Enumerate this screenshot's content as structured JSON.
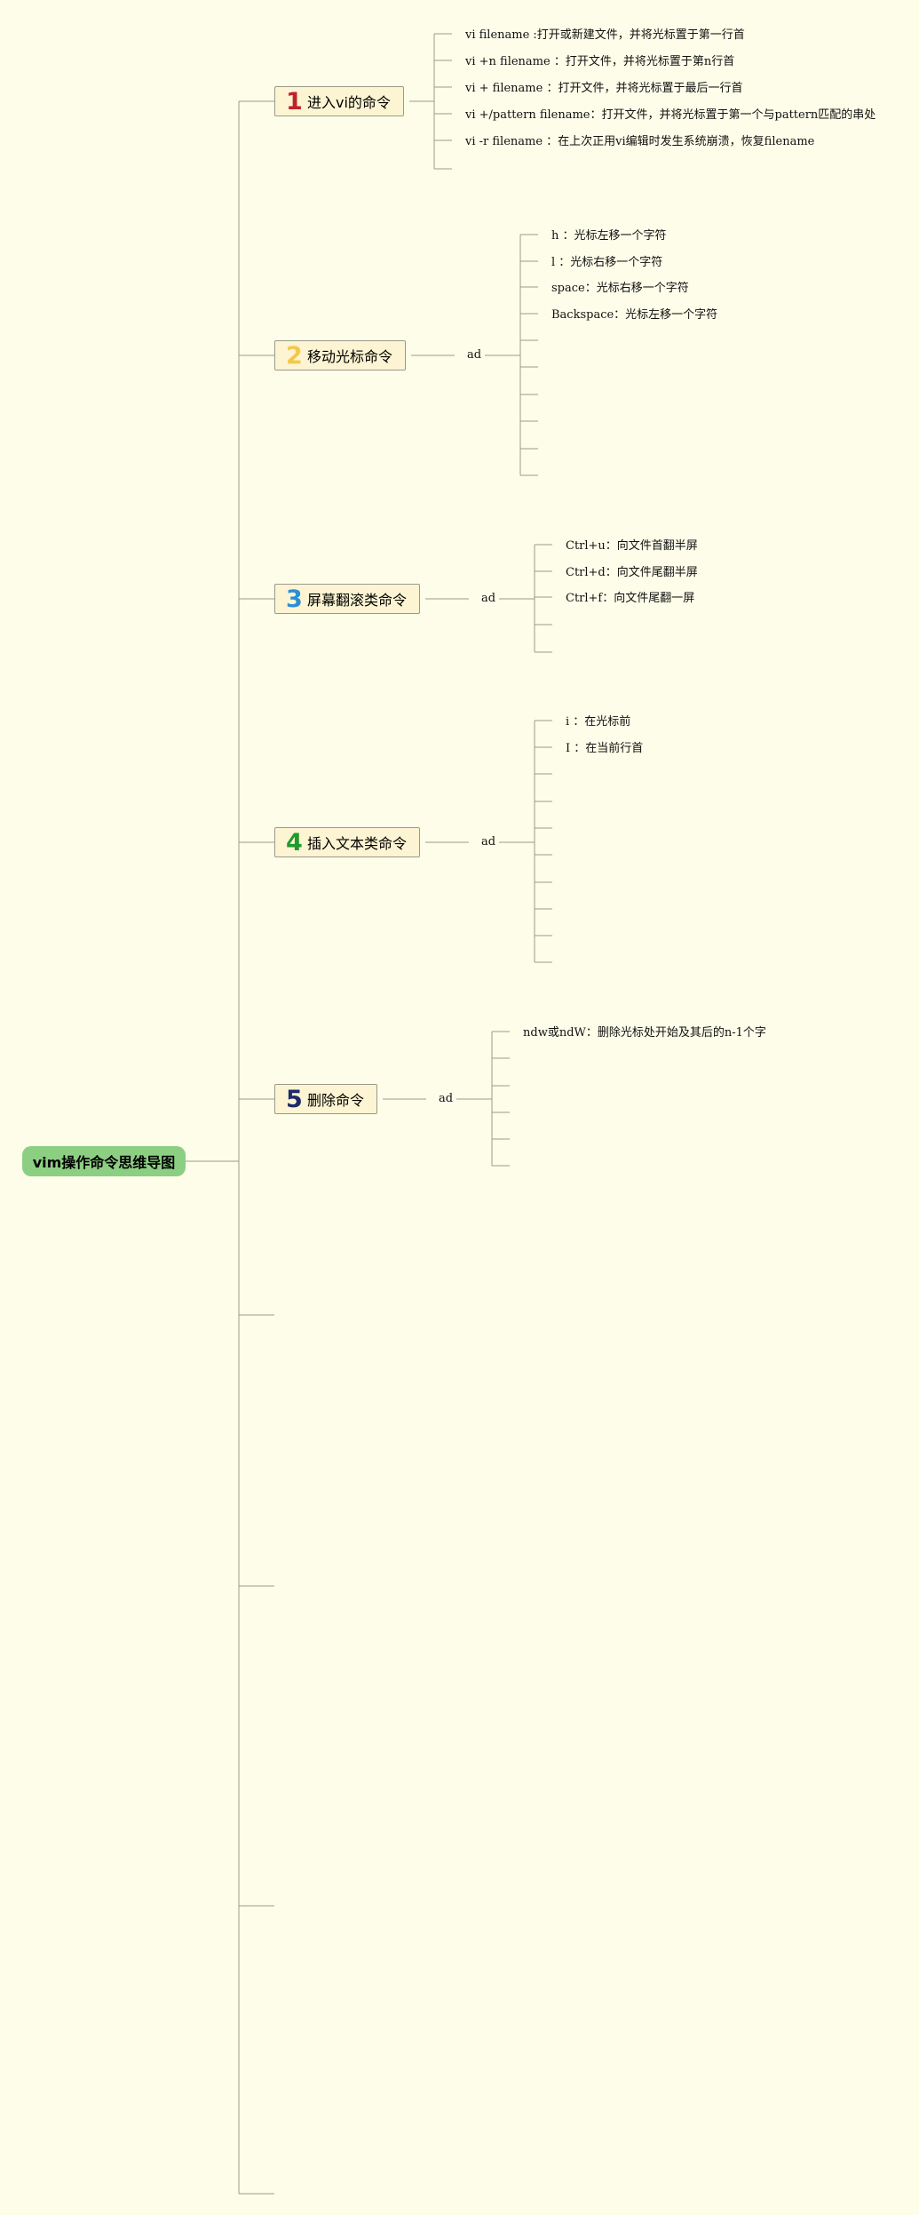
{
  "root": {
    "label": "vim操作命令思维导图"
  },
  "branches": [
    {
      "num": "1",
      "num_color": "#c0222a",
      "label": "进入vi的命令",
      "ad": "",
      "leaves": [
        "vi filename :打开或新建文件，并将光标置于第一行首",
        "vi +n filename ：打开文件，并将光标置于第n行首",
        "vi + filename ：打开文件，并将光标置于最后一行首",
        "vi +/pattern filename：打开文件，并将光标置于第一个与pattern匹配的串处",
        "vi -r filename ：在上次正用vi编辑时发生系统崩溃，恢复filename"
      ]
    },
    {
      "num": "2",
      "num_color": "#f3c84a",
      "label": "移动光标命令",
      "ad": "ad",
      "leaves": [
        "h ：光标左移一个字符",
        "l ：光标右移一个字符",
        "space：光标右移一个字符",
        "Backspace：光标左移一个字符"
      ]
    },
    {
      "num": "3",
      "num_color": "#2a8fd6",
      "label": "屏幕翻滚类命令",
      "ad": "ad",
      "leaves": [
        "Ctrl+u：向文件首翻半屏",
        "Ctrl+d：向文件尾翻半屏",
        "Ctrl+f：向文件尾翻一屏"
      ]
    },
    {
      "num": "4",
      "num_color": "#1f9a2c",
      "label": "插入文本类命令",
      "ad": "ad",
      "leaves": [
        "i ：在光标前",
        "I ：在当前行首"
      ]
    },
    {
      "num": "5",
      "num_color": "#1f2a6a",
      "label": "删除命令",
      "ad": "ad",
      "leaves": [
        "ndw或ndW：删除光标处开始及其后的n-1个字"
      ]
    }
  ]
}
